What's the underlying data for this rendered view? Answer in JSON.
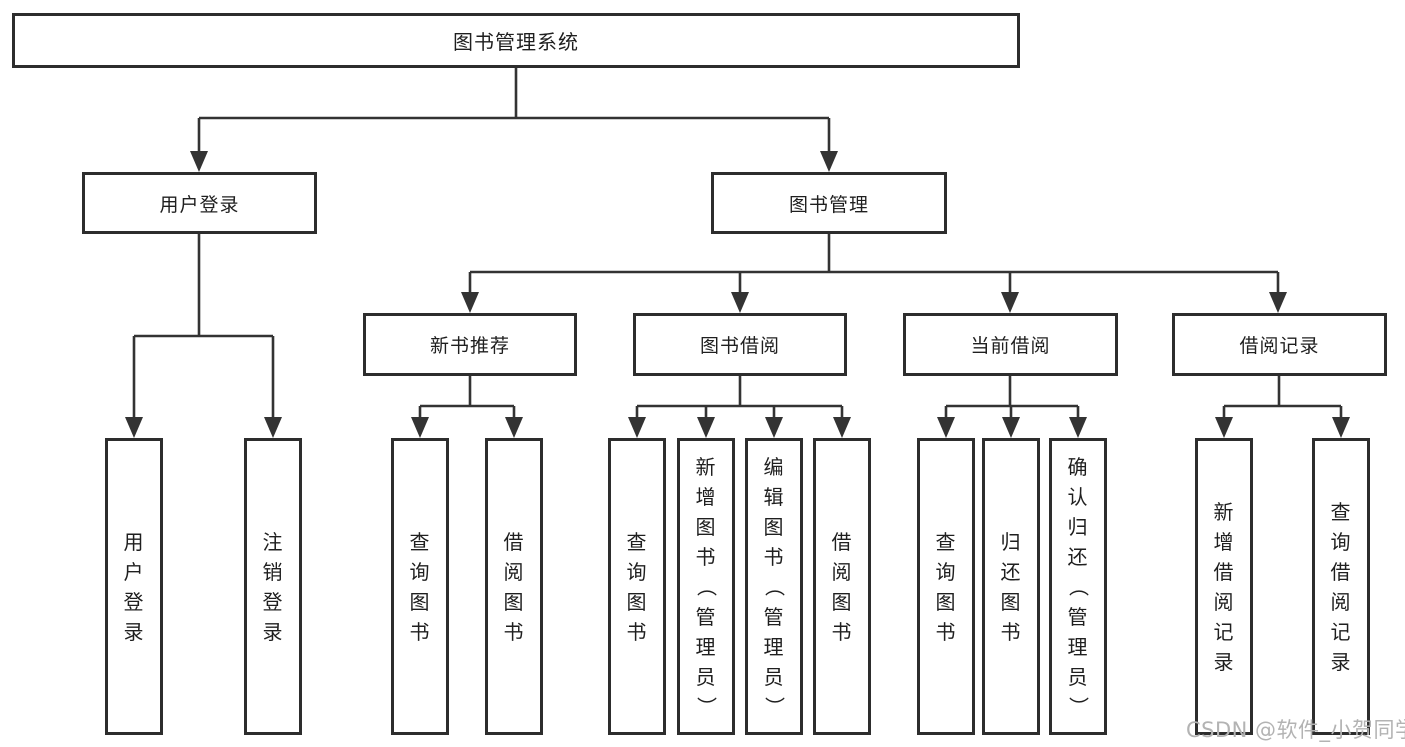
{
  "diagram": {
    "root": {
      "label": "图书管理系统"
    },
    "level2": [
      {
        "id": "user-login",
        "label": "用户登录"
      },
      {
        "id": "book-management",
        "label": "图书管理"
      }
    ],
    "level3": [
      {
        "id": "new-book-recommend",
        "parent": "图书管理",
        "label": "新书推荐"
      },
      {
        "id": "book-borrow",
        "parent": "图书管理",
        "label": "图书借阅"
      },
      {
        "id": "current-borrow",
        "parent": "图书管理",
        "label": "当前借阅"
      },
      {
        "id": "borrow-records",
        "parent": "图书管理",
        "label": "借阅记录"
      }
    ],
    "leaves": [
      {
        "parent": "用户登录",
        "label": "用户登录"
      },
      {
        "parent": "用户登录",
        "label": "注销登录"
      },
      {
        "parent": "新书推荐",
        "label": "查询图书"
      },
      {
        "parent": "新书推荐",
        "label": "借阅图书"
      },
      {
        "parent": "图书借阅",
        "label": "查询图书"
      },
      {
        "parent": "图书借阅",
        "label": "新增图书（管理员）"
      },
      {
        "parent": "图书借阅",
        "label": "编辑图书（管理员）"
      },
      {
        "parent": "图书借阅",
        "label": "借阅图书"
      },
      {
        "parent": "当前借阅",
        "label": "查询图书"
      },
      {
        "parent": "当前借阅",
        "label": "归还图书"
      },
      {
        "parent": "当前借阅",
        "label": "确认归还（管理员）"
      },
      {
        "parent": "借阅记录",
        "label": "新增借阅记录"
      },
      {
        "parent": "借阅记录",
        "label": "查询借阅记录"
      }
    ],
    "watermark": "CSDN @软件_小贺同学",
    "colors": {
      "line": "#333333",
      "border": "#2d2d2d",
      "text": "#1f1f1f",
      "watermark": "#b3b3b3",
      "background": "#ffffff"
    }
  }
}
